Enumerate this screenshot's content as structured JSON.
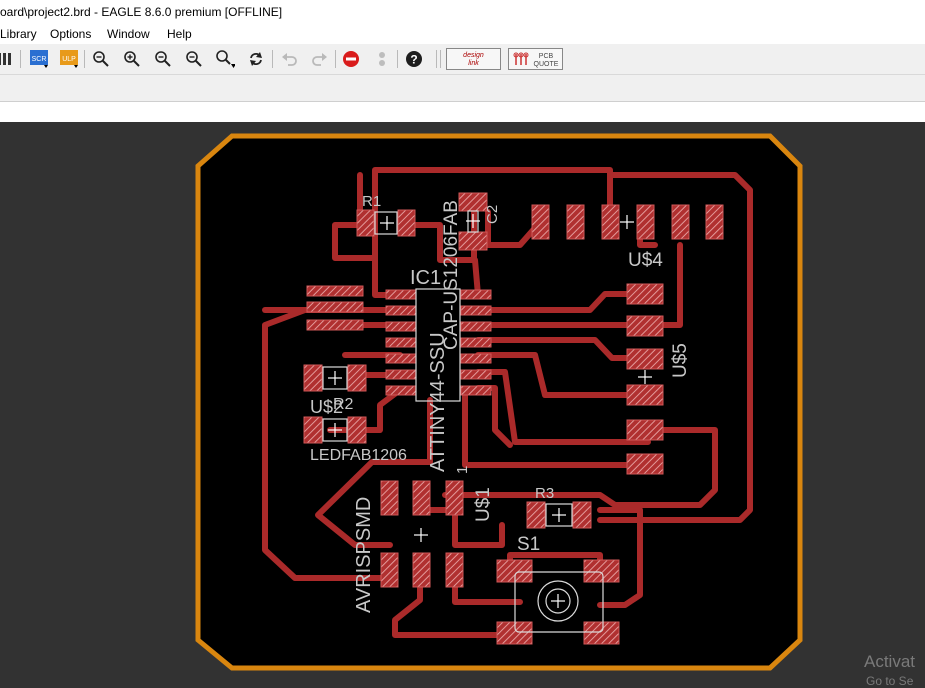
{
  "window": {
    "title": "oard\\project2.brd - EAGLE 8.6.0 premium [OFFLINE]"
  },
  "menu": {
    "items": [
      "Library",
      "Options",
      "Window",
      "Help"
    ]
  },
  "toolbar": {
    "scr_label": "SCR",
    "ulp_label": "ULP",
    "design_link_label": "design link",
    "pcb_quote_label": "PCB QUOTE"
  },
  "board": {
    "component_labels": {
      "r1": "R1",
      "c2": "C2",
      "ic1": "IC1",
      "cap": "CAP-US1206FAB",
      "us4": "U$4",
      "us5": "U$5",
      "us2": "U$2",
      "r2": "R2",
      "ledfab": "LEDFAB1206",
      "attiny": "ATTINY44-SSU",
      "pin1": "1",
      "us1": "U$1",
      "r3": "R3",
      "s1": "S1",
      "avrisp": "AVRISPSMD"
    },
    "colors": {
      "trace": "#aa2a2a",
      "outline": "#d9860f",
      "background": "#000000",
      "label": "#c8c8c8"
    }
  },
  "watermark": {
    "line1": "Activat",
    "line2": "Go to Se"
  }
}
